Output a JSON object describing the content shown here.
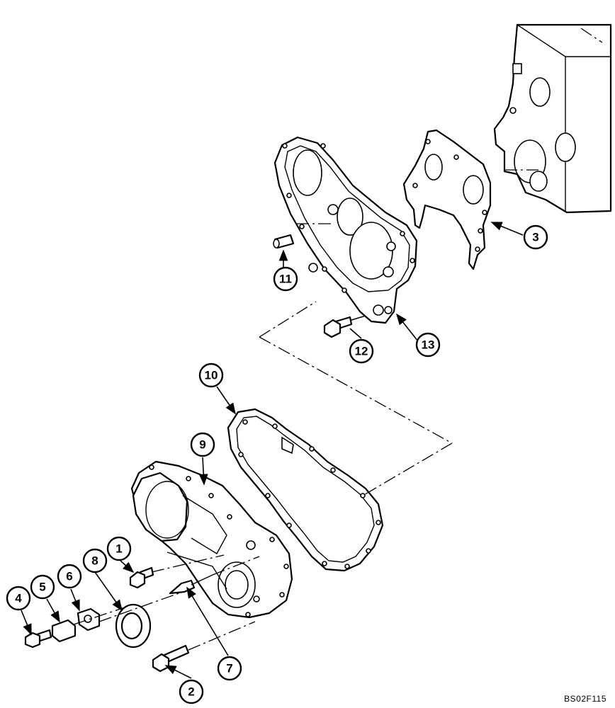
{
  "callouts": {
    "c1": "1",
    "c2": "2",
    "c3": "3",
    "c4": "4",
    "c5": "5",
    "c6": "6",
    "c7": "7",
    "c8": "8",
    "c9": "9",
    "c10": "10",
    "c11": "11",
    "c12": "12",
    "c13": "13"
  },
  "figure_code": "BS02F115"
}
